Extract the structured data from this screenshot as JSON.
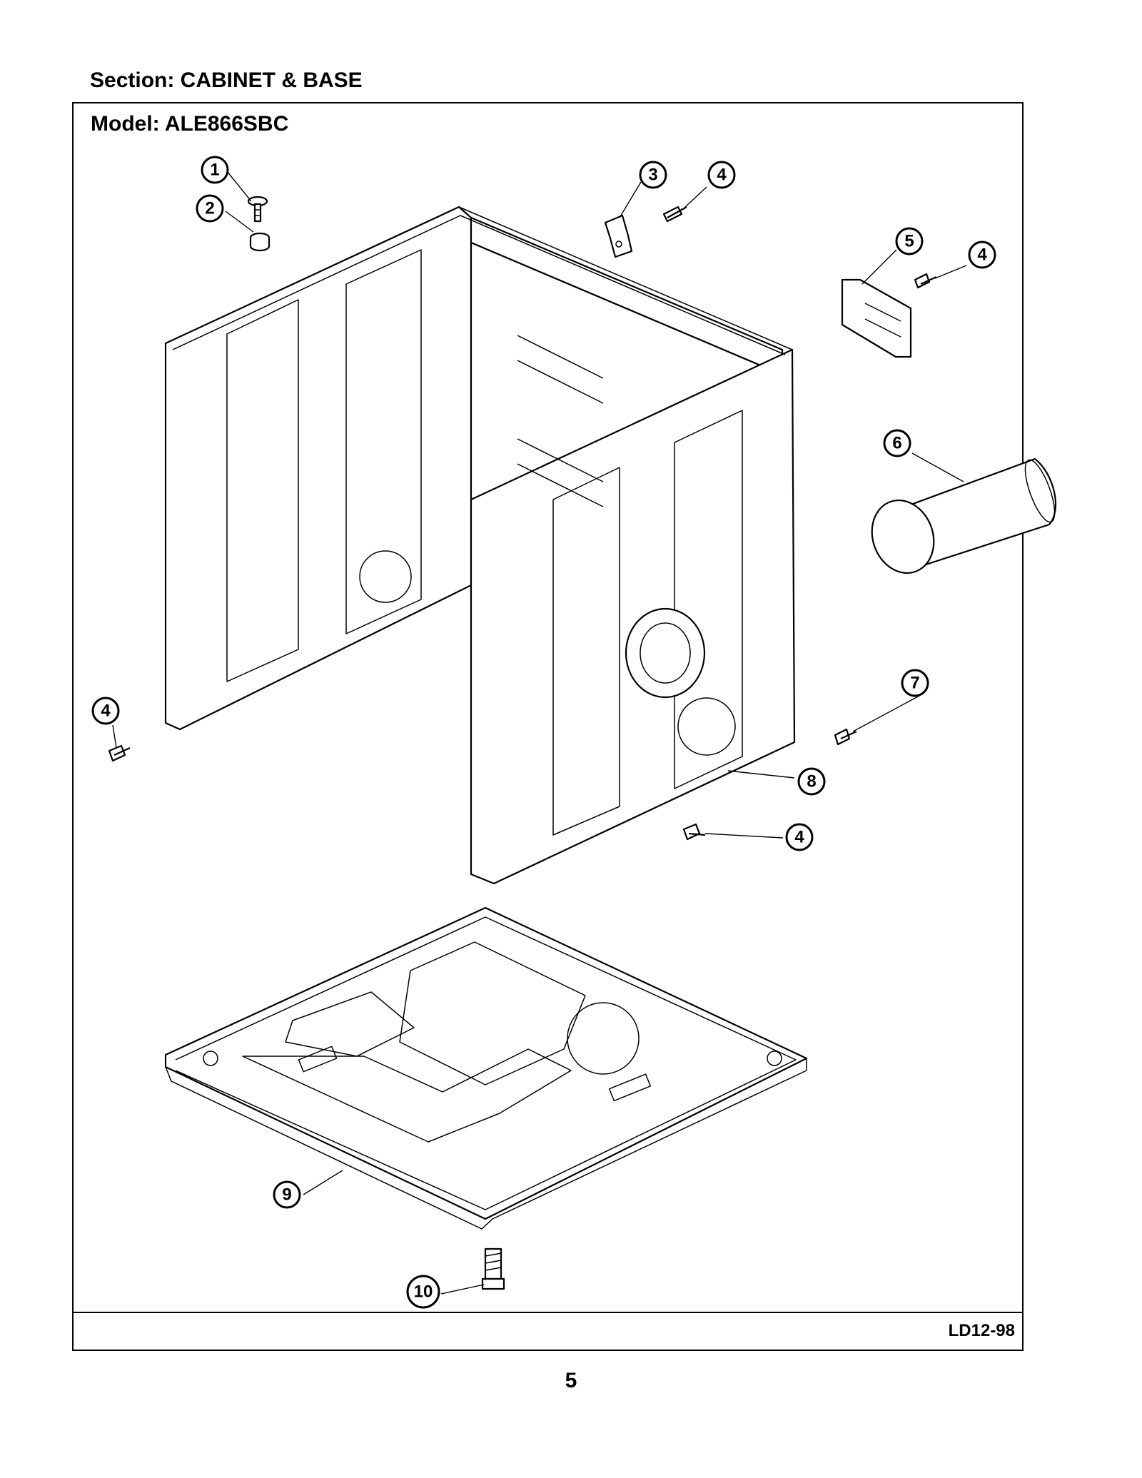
{
  "section": {
    "title": "Section:  CABINET & BASE"
  },
  "model": {
    "title": "Model:  ALE866SBC"
  },
  "footer": {
    "drawing_code": "LD12-98",
    "page_number": "5"
  },
  "callouts": [
    {
      "id": "callout-1",
      "label": "1"
    },
    {
      "id": "callout-2",
      "label": "2"
    },
    {
      "id": "callout-3",
      "label": "3"
    },
    {
      "id": "callout-4a",
      "label": "4"
    },
    {
      "id": "callout-5",
      "label": "5"
    },
    {
      "id": "callout-4b",
      "label": "4"
    },
    {
      "id": "callout-6",
      "label": "6"
    },
    {
      "id": "callout-7",
      "label": "7"
    },
    {
      "id": "callout-4c",
      "label": "4"
    },
    {
      "id": "callout-8",
      "label": "8"
    },
    {
      "id": "callout-4d",
      "label": "4"
    },
    {
      "id": "callout-9",
      "label": "9"
    },
    {
      "id": "callout-10",
      "label": "10"
    }
  ]
}
